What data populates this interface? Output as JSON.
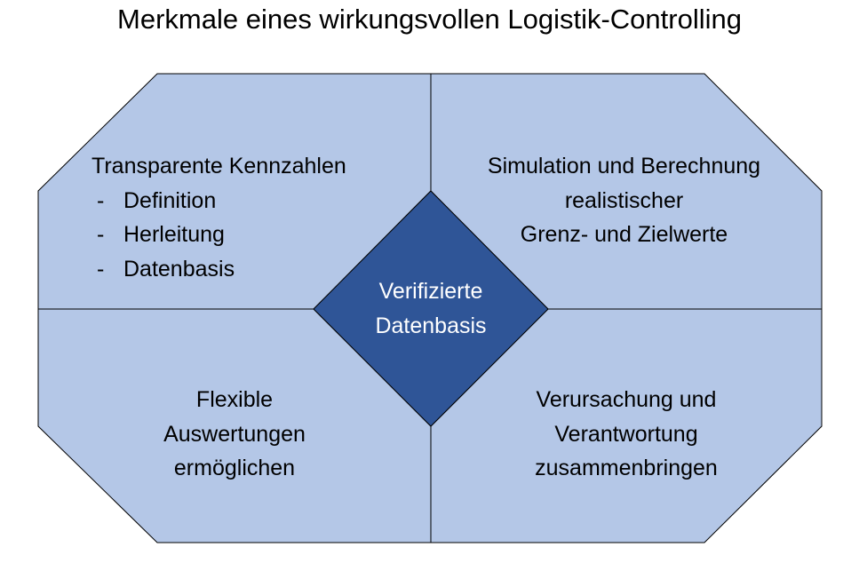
{
  "title": "Merkmale eines wirkungsvollen Logistik-Controlling",
  "colors": {
    "quadrant_fill": "#B4C7E7",
    "center_fill": "#2F5597",
    "outline": "#000000"
  },
  "quadrants": {
    "top_left": {
      "heading": "Transparente Kennzahlen",
      "items": [
        "Definition",
        "Herleitung",
        "Datenbasis"
      ],
      "bullet": "-"
    },
    "top_right": {
      "lines": [
        "Simulation und Berechnung",
        "realistischer",
        "Grenz- und Zielwerte"
      ]
    },
    "bottom_left": {
      "lines": [
        "Flexible",
        "Auswertungen",
        "ermöglichen"
      ]
    },
    "bottom_right": {
      "lines": [
        "Verursachung und",
        "Verantwortung",
        "zusammenbringen"
      ]
    }
  },
  "center": {
    "lines": [
      "Verifizierte",
      "Datenbasis"
    ]
  }
}
